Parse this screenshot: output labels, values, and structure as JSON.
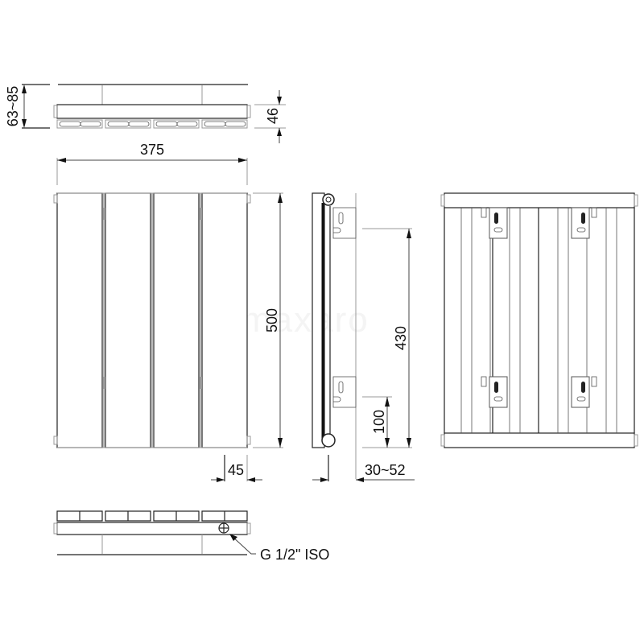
{
  "drawing": {
    "subject": "Flat panel radiator technical dimension drawing",
    "watermark": "maxaro",
    "views": {
      "top_view": {
        "dimensions": {
          "wall_distance": "63~85",
          "depth": "46"
        },
        "panel_count": 4
      },
      "front_view": {
        "dimensions": {
          "width": "375",
          "height": "500",
          "panel_width": "45"
        },
        "panel_count": 4
      },
      "side_view": {
        "dimensions": {
          "bracket_spacing": "430",
          "bottom_offset": "100",
          "wall_offset": "30~52"
        }
      },
      "rear_view": {
        "bracket_count": 4
      },
      "bottom_view": {
        "connection_label": "G 1/2\" ISO"
      }
    }
  }
}
